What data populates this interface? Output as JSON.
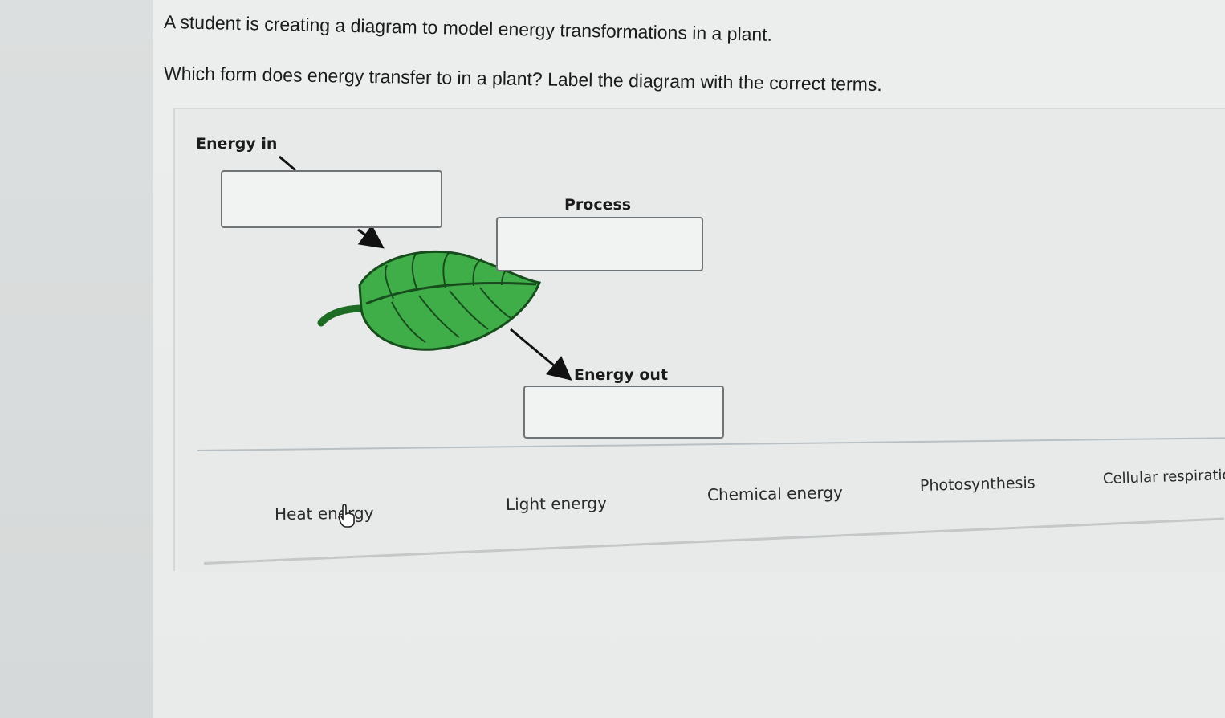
{
  "question": {
    "line1": "A student is creating a diagram to model energy transformations in a plant.",
    "line2": "Which form does energy transfer to in a plant? Label the diagram with the correct terms."
  },
  "diagram": {
    "energy_in_label": "Energy in",
    "process_label": "Process",
    "energy_out_label": "Energy out",
    "leaf_icon": "leaf-icon",
    "leaf_color": "#3fae49"
  },
  "answer_bank": {
    "terms": [
      "Heat energy",
      "Light energy",
      "Chemical energy",
      "Photosynthesis",
      "Cellular respiration"
    ]
  },
  "cursor_icon": "hand-pointer-icon"
}
